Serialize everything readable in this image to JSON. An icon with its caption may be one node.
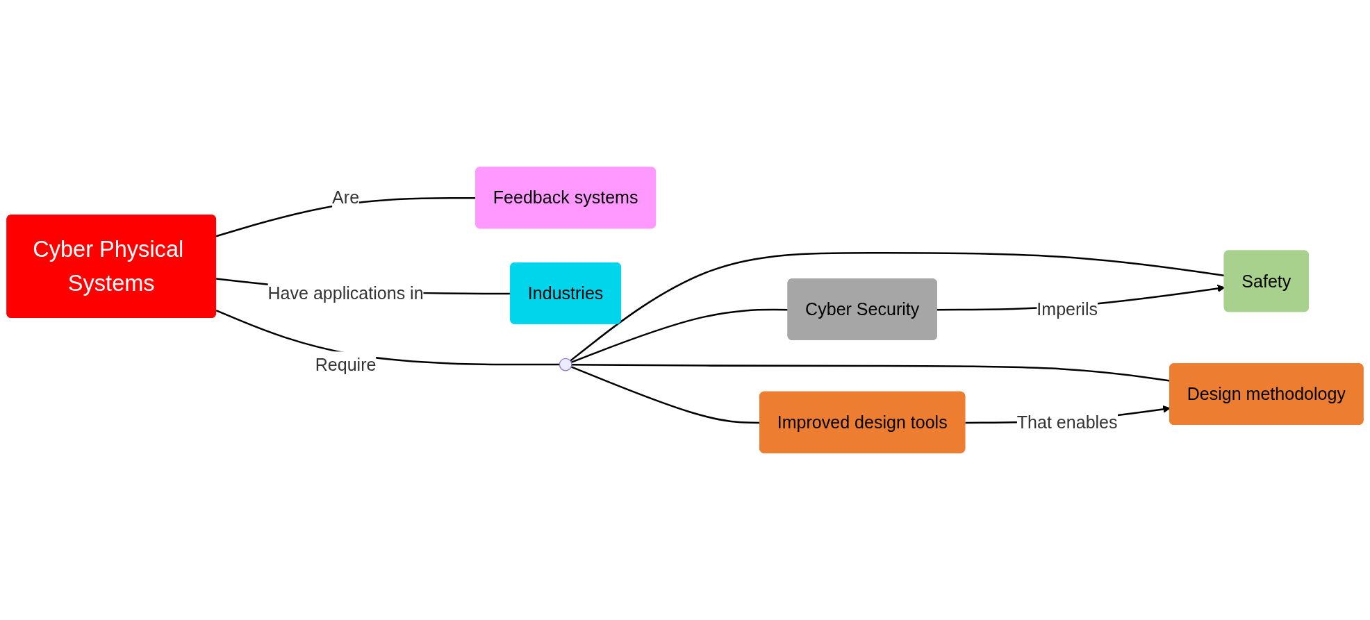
{
  "diagram": {
    "nodes": [
      {
        "text": [
          "Cyber Physical Systems"
        ]
      },
      {
        "text": [
          "Feedback systems"
        ]
      },
      {
        "text": [
          "Industries"
        ]
      },
      {
        "text": [],
        "shape": "circle"
      },
      {
        "text": [
          "Cyber Security"
        ]
      },
      {
        "text": [
          "Safety"
        ]
      },
      {
        "text": [
          "Improved design tools"
        ]
      },
      {
        "text": [
          "Design methodology"
        ]
      }
    ],
    "edges": [
      {
        "from": 0,
        "to": 1,
        "arrow": "none",
        "label": "Are"
      },
      {
        "from": 0,
        "to": 3,
        "arrow": "none",
        "label": "Require"
      },
      {
        "from": 0,
        "to": 2,
        "arrow": "none",
        "label": "Have applications in"
      },
      {
        "from": 3,
        "to": 4,
        "arrow": "none"
      },
      {
        "from": 3,
        "to": 5,
        "arrow": "none"
      },
      {
        "from": 3,
        "to": 6,
        "arrow": "none"
      },
      {
        "from": 3,
        "to": 7,
        "arrow": "none"
      },
      {
        "from": 4,
        "to": 5,
        "arrow": "to",
        "label": "Imperils"
      },
      {
        "from": 6,
        "to": 7,
        "arrow": "to",
        "label": "That enables"
      }
    ]
  }
}
